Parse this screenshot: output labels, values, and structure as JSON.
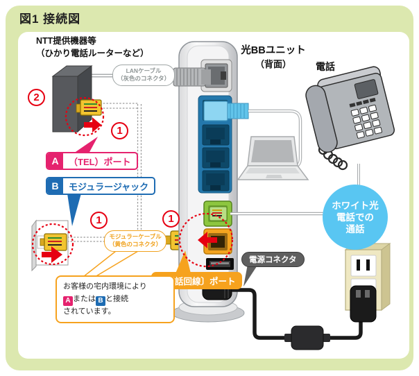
{
  "title": "図1 接続図",
  "colors": {
    "frame_green": "#dce8af",
    "highlight_red": "#e60012",
    "tag_pink": "#e5226e",
    "tag_blue": "#1e6cb3",
    "accent_orange": "#f6a21e",
    "badge_light_blue": "#59c6f2",
    "port_green": "#8dc63f",
    "connector_yellow": "#f2c430"
  },
  "ntt_device": {
    "label_line1": "NTT提供機器等",
    "label_line2": "（ひかり電話ルーターなど）"
  },
  "bb_unit": {
    "label_line1": "光BBユニット",
    "label_line2": "（背面）"
  },
  "phone": {
    "label": "電話"
  },
  "lan_cable": {
    "label_line1": "LANケーブル",
    "label_line2": "（灰色のコネクタ）"
  },
  "modular_cable": {
    "label_line1": "モジュラーケーブル",
    "label_line2": "（黄色のコネクタ）"
  },
  "tel_port": {
    "chip": "A",
    "label": "（TEL）ポート"
  },
  "modular_jack": {
    "chip": "B",
    "label": "モジュラージャック"
  },
  "phone_line_port": {
    "label": "〔電話回線〕ポート"
  },
  "power_connector": {
    "label": "電源コネクタ"
  },
  "white_phone_badge": {
    "line1": "ホワイト光",
    "line2": "電話での",
    "line3": "通話"
  },
  "steps": {
    "one": "1",
    "two": "2"
  },
  "note": {
    "line1": "お客様の宅内環境により",
    "chip_a": "A",
    "mid": "または",
    "chip_b": "B",
    "line2_suffix": "と接続",
    "line3": "されています。"
  }
}
